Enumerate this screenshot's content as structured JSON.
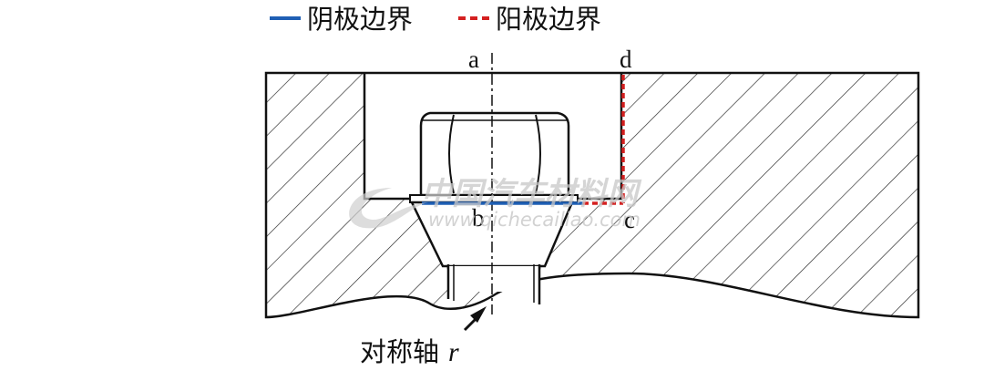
{
  "legend": {
    "cathode_label": "阴极边界",
    "anode_label": "阳极边界",
    "cathode_color": "#1f5fb4",
    "anode_color": "#d42020"
  },
  "points": {
    "a": "a",
    "b": "b",
    "c": "c",
    "d": "d"
  },
  "axis": {
    "label": "对称轴",
    "variable": "r"
  },
  "watermark": {
    "cn": "中国汽车材料网",
    "en": "www.qichecailiao.com"
  }
}
